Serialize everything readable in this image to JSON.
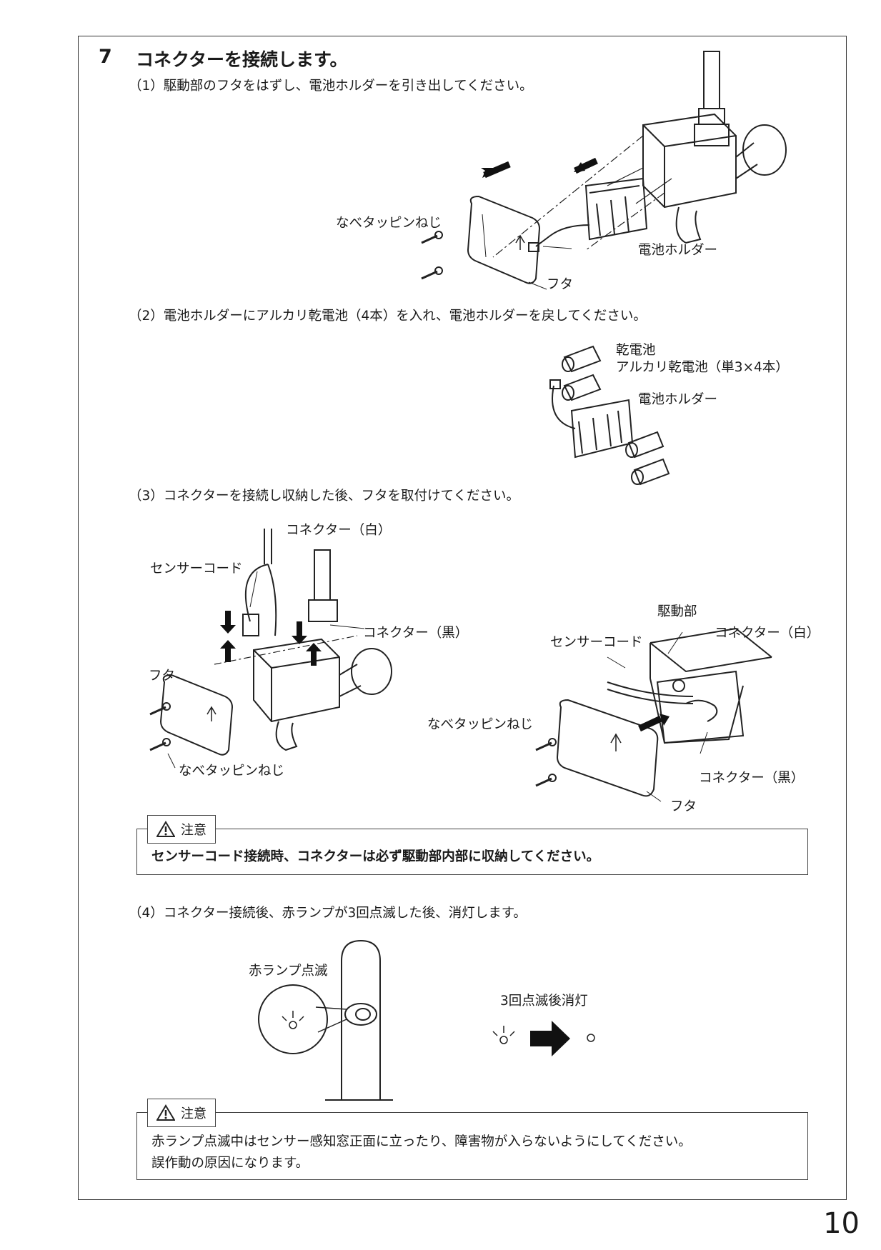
{
  "step": {
    "number": "7",
    "title": "コネクターを接続します。"
  },
  "substeps": {
    "s1": "（1）駆動部のフタをはずし、電池ホルダーを引き出してください。",
    "s2": "（2）電池ホルダーにアルカリ乾電池（4本）を入れ、電池ホルダーを戻してください。",
    "s3": "（3）コネクターを接続し収納した後、フタを取付けてください。",
    "s4": "（4）コネクター接続後、赤ランプが3回点滅した後、消灯します。"
  },
  "fig1": {
    "screw": "なべタッピンねじ",
    "battery_holder": "電池ホルダー",
    "cover": "フタ"
  },
  "fig2": {
    "battery": "乾電池",
    "alkaline": "アルカリ乾電池（単3×4本）",
    "battery_holder": "電池ホルダー"
  },
  "fig3": {
    "connector_white": "コネクター（白）",
    "sensor_cord": "センサーコード",
    "connector_black": "コネクター（黒）",
    "cover": "フタ",
    "screw": "なべタッピンねじ"
  },
  "fig4": {
    "drive_unit": "駆動部",
    "connector_white": "コネクター（白）",
    "sensor_cord": "センサーコード",
    "screw": "なべタッピンねじ",
    "connector_black": "コネクター（黒）",
    "cover": "フタ"
  },
  "caution1": {
    "label": "注意",
    "text": "センサーコード接続時、コネクターは必ず駆動部内部に収納してください。"
  },
  "fig5": {
    "red_lamp_blink": "赤ランプ点滅",
    "blink_then_off": "3回点滅後消灯"
  },
  "caution2": {
    "label": "注意",
    "line1": "赤ランプ点滅中はセンサー感知窓正面に立ったり、障害物が入らないようにしてください。",
    "line2": "誤作動の原因になります。"
  },
  "page_number": "10",
  "icons": {
    "warning": "warning-triangle-icon",
    "arrow": "arrow-right-icon",
    "lamp": "lamp-blink-icon"
  }
}
